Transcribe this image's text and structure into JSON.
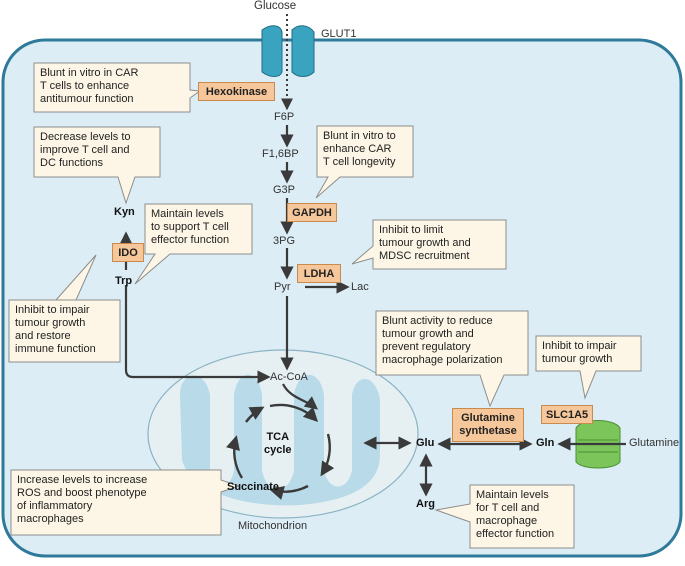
{
  "glucose": "Glucose",
  "glut1": "GLUT1",
  "glutamine": "Glutamine",
  "mitochondrion": "Mitochondrion",
  "metabolites": {
    "f6p": "F6P",
    "f16bp": "F1,6BP",
    "g3p": "G3P",
    "pg3": "3PG",
    "pyr": "Pyr",
    "lac": "Lac",
    "acoa": "Ac-CoA",
    "tca": "TCA\ncycle",
    "succinate": "Succinate",
    "glu": "Glu",
    "gln": "Gln",
    "arg": "Arg",
    "kyn": "Kyn",
    "trp": "Trp"
  },
  "enzymes": {
    "hexokinase": "Hexokinase",
    "gapdh": "GAPDH",
    "ldha": "LDHA",
    "ido": "IDO",
    "glutamine_synthetase": "Glutamine\nsynthetase",
    "slc1a5": "SLC1A5"
  },
  "callouts": {
    "hexokinase": "Blunt in vitro in CAR\nT cells to enhance\nantitumour function",
    "gapdh": "Blunt in vitro to\nenhance CAR\nT cell longevity",
    "ldha": "Inhibit to limit\ntumour growth and\nMDSC recruitment",
    "kyn": "Decrease levels to\nimprove T cell and\nDC functions",
    "trp": "Maintain levels\nto support T cell\neffector function",
    "ido": "Inhibit to impair\ntumour growth\nand restore\nimmune function",
    "glutamine_synthetase": "Blunt activity to reduce\ntumour growth and\nprevent regulatory\nmacrophage polarization",
    "slc1a5": "Inhibit to impair\ntumour growth",
    "succinate": "Increase levels to increase\nROS and boost phenotype\nof inflammatory\nmacrophages",
    "arg": "Maintain levels\nfor T cell and\nmacrophage\neffector function"
  },
  "colors": {
    "cell_fill": "#dcedf5",
    "cell_border": "#2f7a9a",
    "mito_fill": "#e6f0f3",
    "cristae": "#a9d3e6",
    "enzyme_fill": "#f6c79a",
    "callout_fill": "#fdf6e6",
    "arrow": "#3a3a3a",
    "glut1": "#3aa3bf",
    "slc1a5_transporter": "#7cc55a"
  }
}
